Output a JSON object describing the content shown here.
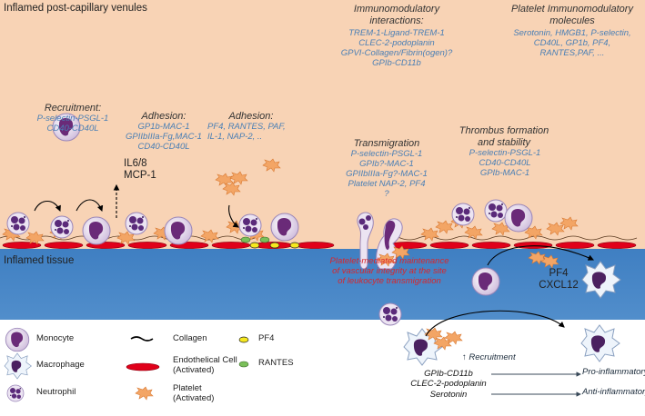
{
  "regions": {
    "venule_label": "Inflamed post-capillary venules",
    "tissue_label": "Inflamed tissue"
  },
  "top_panels": {
    "immunomodulatory": {
      "title": "Immunomodulatory\ninteractions:",
      "items": [
        "TREM-1-Ligand-TREM-1",
        "CLEC-2-podoplanin",
        "GPVI-Collagen/Fibrin(ogen)?",
        "GPIb-CD11b"
      ]
    },
    "platelet_molecules": {
      "title": "Platelet Immunomodulatory\nmolecules",
      "items": [
        "Serotonin, HMGB1, P-selectin,",
        "CD40L, GP1b, PF4,",
        "RANTES,PAF, ..."
      ]
    }
  },
  "stages": {
    "recruitment": {
      "title": "Recruitment:",
      "items": [
        "P-selectin-PSGL-1",
        "CD40-CD40L"
      ]
    },
    "cytokines": {
      "items": [
        "IL6/8",
        "MCP-1"
      ]
    },
    "adhesion1": {
      "title": "Adhesion:",
      "items": [
        "GP1b-MAC-1",
        "GPIIbIIIa-Fg,MAC-1",
        "CD40-CD40L"
      ]
    },
    "adhesion2": {
      "title": "Adhesion:",
      "items": [
        "PF4, RANTES, PAF,",
        "IL-1, NAP-2, .."
      ]
    },
    "transmigration": {
      "title": "Transmigration",
      "items": [
        "P-selectin-PSGL-1",
        "GPIb?-MAC-1",
        "GPIIbIIIa-Fg?-MAC-1",
        "Platelet NAP-2, PF4",
        "?"
      ]
    },
    "thrombus": {
      "title": "Thrombus formation\nand stability",
      "items": [
        "P-selectin-PSGL-1",
        "CD40-CD40L",
        "GPIb-MAC-1"
      ]
    }
  },
  "tissue": {
    "vascular_note": [
      "Platelet-mediated maintenance",
      "of vascular integrity at the site",
      "of leukocyte transmigration"
    ],
    "chemokines": [
      "PF4",
      "CXCL12"
    ],
    "recruitment_label": "↑ Recruitment",
    "mediators": [
      "GPIb-CD11b",
      "CLEC-2-podoplanin",
      "Serotonin"
    ],
    "outcomes": {
      "pro": "Pro-inflammatory",
      "anti": "Anti-inflammatory"
    }
  },
  "legend": {
    "monocyte": "Monocyte",
    "macrophage": "Macrophage",
    "neutrophil": "Neutrophil",
    "collagen": "Collagen",
    "endothelial": "Endothelical Cell\n(Activated)",
    "platelet": "Platelet\n(Activated)",
    "pf4": "PF4",
    "rantes": "RANTES"
  },
  "colors": {
    "venule_bg": "#f8d3b5",
    "tissue_bg": "#4a86c6",
    "endothelium": "#e0001a",
    "text_blue": "#4a7fb5",
    "note_red": "#d9262b"
  }
}
